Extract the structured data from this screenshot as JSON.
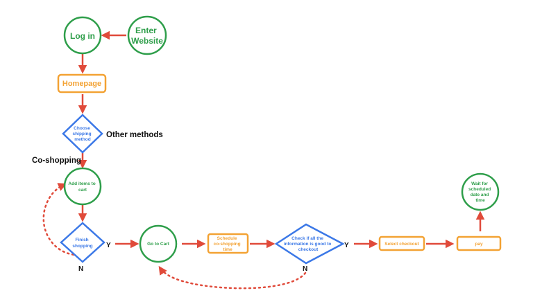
{
  "colors": {
    "green": "#2e9e4a",
    "orange": "#f3a233",
    "blue": "#3b78e7",
    "arrow": "#e04a3a",
    "label": "#111111"
  },
  "nodes": {
    "enter_website": [
      "Enter",
      "Website"
    ],
    "log_in": [
      "Log in"
    ],
    "homepage": [
      "Homepage"
    ],
    "choose_shipping": [
      "Choose",
      "shipping",
      "method"
    ],
    "add_items": [
      "Add items to",
      "cart"
    ],
    "finish_shopping": [
      "Finish",
      "shopping"
    ],
    "go_to_cart": [
      "Go to Cart"
    ],
    "schedule": [
      "Schedule",
      "co-shopping",
      "time"
    ],
    "check_info": [
      "Check if all the",
      "information is good to",
      "checkout"
    ],
    "select_checkout": [
      "Select checkout"
    ],
    "pay": [
      "pay"
    ],
    "wait": [
      "Wait for",
      "scheduled",
      "date and",
      "time"
    ]
  },
  "labels": {
    "other_methods": "Other methods",
    "co_shopping": "Co-shopping",
    "finish_yes": "Y",
    "finish_no": "N",
    "check_yes": "Y",
    "check_no": "N"
  }
}
